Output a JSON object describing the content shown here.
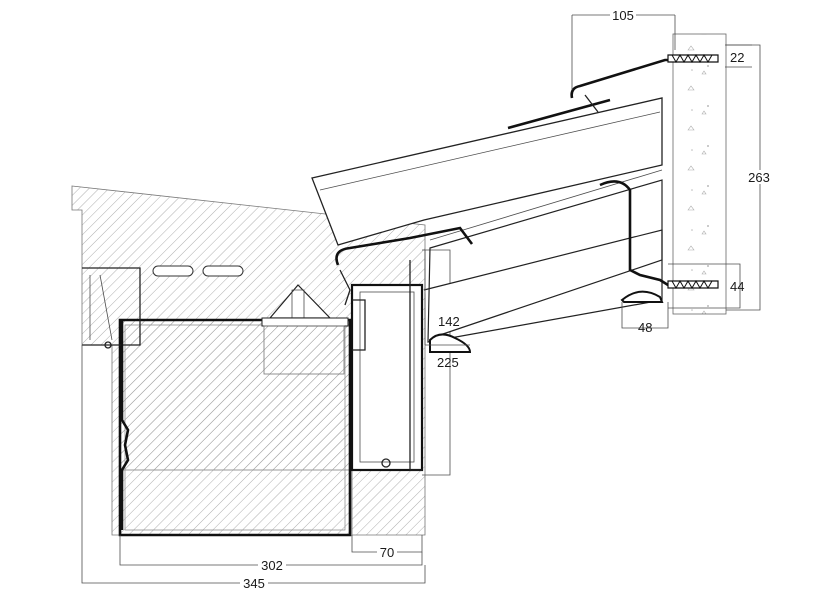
{
  "dimensions": {
    "top_width": "105",
    "upper_anchor": "22",
    "wall_height": "263",
    "lower_anchor": "44",
    "bracket_width": "48",
    "gutter_height": "142",
    "gutter_width": "225",
    "mullion_width": "70",
    "frame_width": "302",
    "total_width": "345"
  }
}
